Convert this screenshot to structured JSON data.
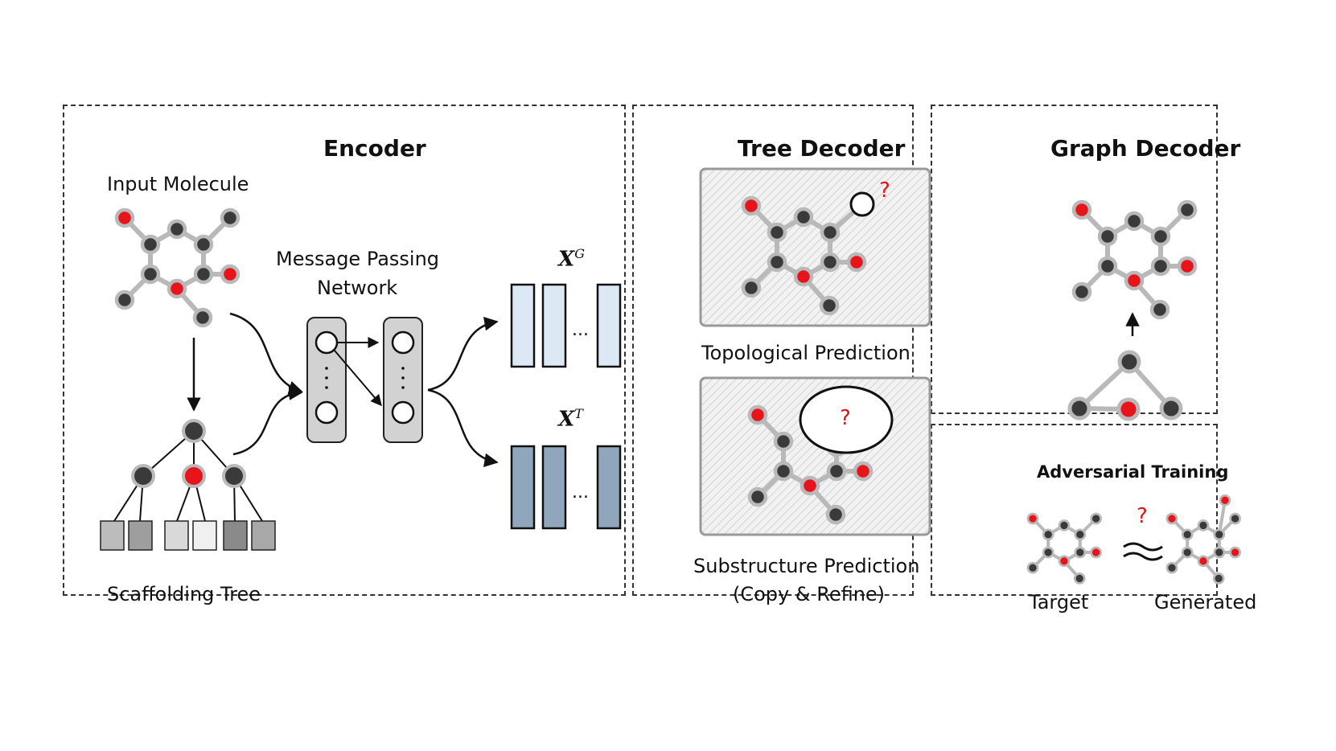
{
  "encoder": {
    "title": "Encoder",
    "input_label": "Input Molecule",
    "mpn_label_line1": "Message Passing",
    "mpn_label_line2": "Network",
    "tree_label": "Scaffolding Tree",
    "xg_base": "X",
    "xg_sup": "G",
    "xt_base": "X",
    "xt_sup": "T",
    "ellipsis": "..."
  },
  "tree_decoder": {
    "title": "Tree Decoder",
    "topo_label": "Topological Prediction",
    "sub_label_line1": "Substructure Prediction",
    "sub_label_line2": "(Copy & Refine)",
    "question_mark": "?"
  },
  "graph_decoder": {
    "title": "Graph Decoder"
  },
  "adversarial": {
    "title": "Adversarial Training",
    "target_label": "Target",
    "generated_label": "Generated",
    "question_mark": "?"
  },
  "colors": {
    "atom_dark": "#3a3a3a",
    "atom_red": "#e8141b",
    "bond": "#b9b9b9",
    "xg_fill": "#dde8f5",
    "xt_fill": "#8fa6bc",
    "mpn_fill": "#d2d2d2"
  }
}
